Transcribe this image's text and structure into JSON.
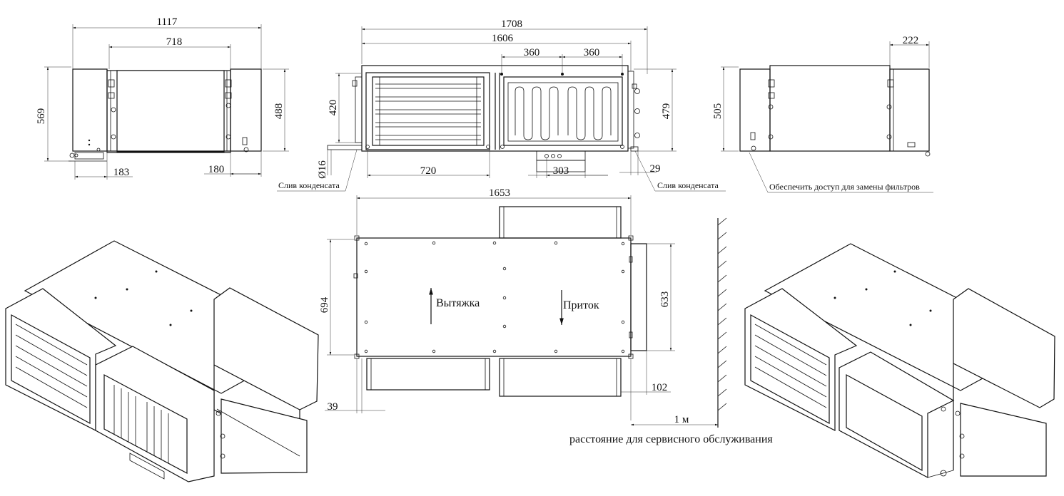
{
  "dimensions": {
    "front_total_width": "1117",
    "front_inner_width": "718",
    "front_total_height": "569",
    "front_inner_height": "488",
    "front_left_offset": "183",
    "front_right_offset": "180",
    "side_total_width": "1708",
    "side_inner_width": "1606",
    "side_span_left": "360",
    "side_span_right": "360",
    "side_height_left": "420",
    "side_height_right": "479",
    "drain_diameter": "Ø16",
    "damper_width": "720",
    "drain_spacing": "303",
    "side_right_offset": "29",
    "rear_height": "505",
    "rear_width": "222",
    "plan_width": "1653",
    "plan_depth": "694",
    "plan_supply_height": "633",
    "plan_bottom_offset": "39",
    "plan_right_offset": "102",
    "service_distance": "1 м"
  },
  "labels": {
    "condensate_drain_left": "Слив конденсата",
    "condensate_drain_right": "Слив конденсата",
    "filter_access": "Обеспечить доступ для замены фильтров",
    "exhaust": "Вытяжка",
    "supply": "Приток",
    "service_distance_note": "расстояние для сервисного обслуживания"
  }
}
